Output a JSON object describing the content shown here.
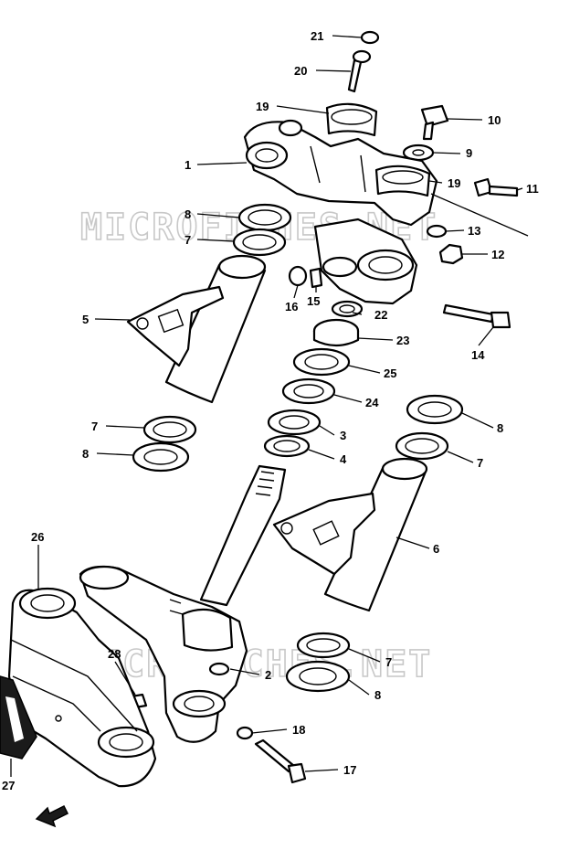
{
  "watermarks": [
    "MICROFICHES.NET",
    "MICROFICHES.NET"
  ],
  "callouts": [
    {
      "id": "c21",
      "text": "21"
    },
    {
      "id": "c20",
      "text": "20"
    },
    {
      "id": "c19a",
      "text": "19"
    },
    {
      "id": "c10",
      "text": "10"
    },
    {
      "id": "c9",
      "text": "9"
    },
    {
      "id": "c1",
      "text": "1"
    },
    {
      "id": "c19b",
      "text": "19"
    },
    {
      "id": "c11",
      "text": "11"
    },
    {
      "id": "c8a",
      "text": "8"
    },
    {
      "id": "c13",
      "text": "13"
    },
    {
      "id": "c7a",
      "text": "7"
    },
    {
      "id": "c12",
      "text": "12"
    },
    {
      "id": "c5",
      "text": "5"
    },
    {
      "id": "c16",
      "text": "16"
    },
    {
      "id": "c15",
      "text": "15"
    },
    {
      "id": "c22",
      "text": "22"
    },
    {
      "id": "c14",
      "text": "14"
    },
    {
      "id": "c23",
      "text": "23"
    },
    {
      "id": "c25",
      "text": "25"
    },
    {
      "id": "c24",
      "text": "24"
    },
    {
      "id": "c7b",
      "text": "7"
    },
    {
      "id": "c8b",
      "text": "8"
    },
    {
      "id": "c3",
      "text": "3"
    },
    {
      "id": "c8c",
      "text": "8"
    },
    {
      "id": "c4",
      "text": "4"
    },
    {
      "id": "c7c",
      "text": "7"
    },
    {
      "id": "c6",
      "text": "6"
    },
    {
      "id": "c26",
      "text": "26"
    },
    {
      "id": "c28",
      "text": "28"
    },
    {
      "id": "c7d",
      "text": "7"
    },
    {
      "id": "c2",
      "text": "2"
    },
    {
      "id": "c8d",
      "text": "8"
    },
    {
      "id": "c18",
      "text": "18"
    },
    {
      "id": "c27",
      "text": "27"
    },
    {
      "id": "c17",
      "text": "17"
    }
  ]
}
